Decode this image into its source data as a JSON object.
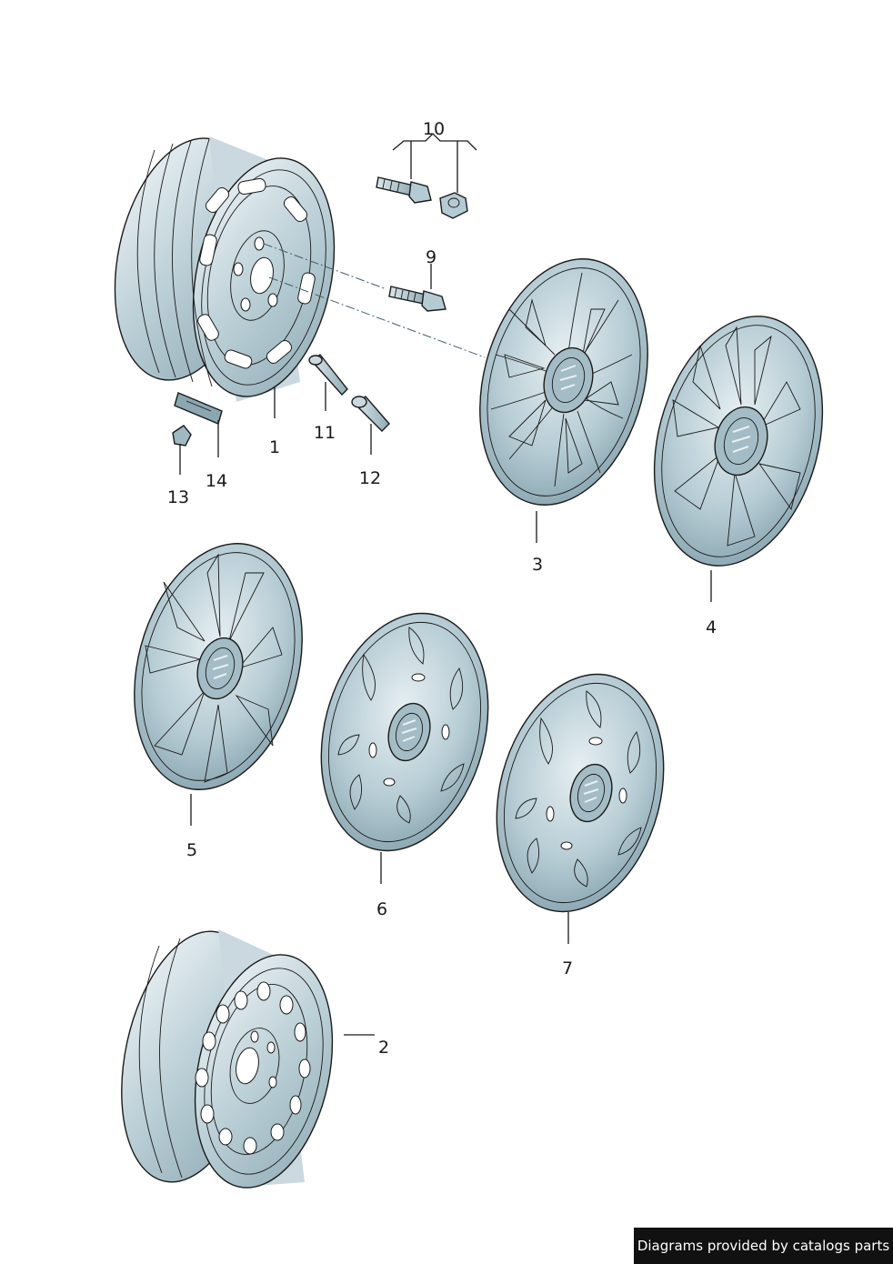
{
  "callouts": {
    "p1": "1",
    "p2": "2",
    "p3": "3",
    "p4": "4",
    "p5": "5",
    "p6": "6",
    "p7": "7",
    "p9": "9",
    "p10": "10",
    "p11": "11",
    "p12": "12",
    "p13": "13",
    "p14": "14"
  },
  "footer": {
    "credit": "Diagrams provided by catalogs parts"
  },
  "colors": {
    "part_fill": "#a9c3cc",
    "part_light": "#e4eef1",
    "part_dark": "#7f9ca7",
    "line": "#1a1a1a"
  }
}
